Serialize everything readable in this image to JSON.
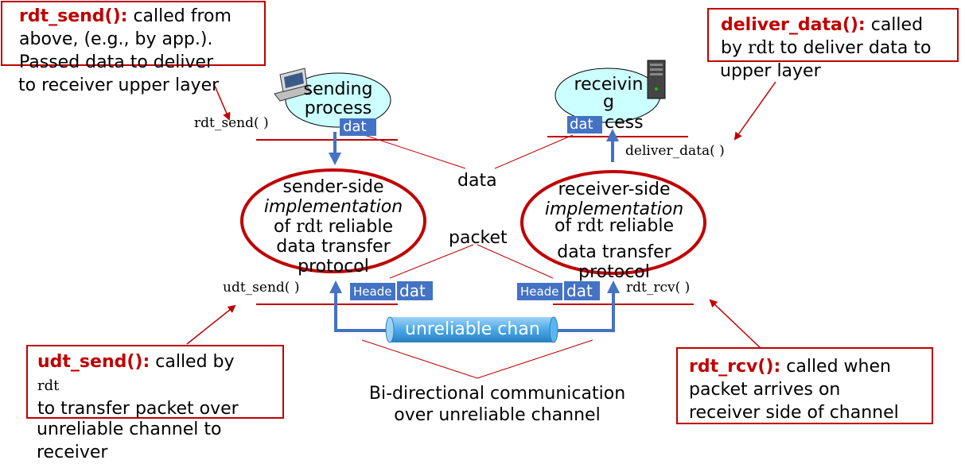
{
  "callouts": {
    "rdt_send": {
      "fn": "rdt_send():",
      "lines": [
        " called from",
        "above, (e.g., by app.).",
        "Passed data to deliver",
        "to receiver upper layer"
      ]
    },
    "deliver_data": {
      "fn": "deliver_data():",
      "line1_rest": " called",
      "by": "by ",
      "rdt_word": "rdt",
      "line2_rest": " to deliver data to",
      "line3": "upper layer"
    },
    "udt_send": {
      "fn": "udt_send():",
      "line1_rest": " called by",
      "rdt_word": "rdt",
      "lines": [
        "to transfer packet over",
        "unreliable channel to",
        "receiver"
      ]
    },
    "rdt_rcv": {
      "fn": "rdt_rcv():",
      "lines": [
        " called when",
        "packet arrives on",
        "receiver side of channel"
      ]
    }
  },
  "sending_process": {
    "line1": "sending",
    "line2": "process",
    "tag": "dat"
  },
  "receiving_process": {
    "line1": "receivin",
    "line2": "g",
    "line3": "cess",
    "tag": "dat"
  },
  "sender_impl": {
    "line1": "sender-side",
    "line2": "implementation",
    "of": "of ",
    "rdt": "rdt",
    "reliable": " reliable",
    "line4": "data transfer",
    "line5": "protocol"
  },
  "receiver_impl": {
    "line1": "receiver-side",
    "line2": "implementation",
    "of": "of ",
    "rdt": "rdt",
    "reliable": " reliable",
    "line4": "data transfer",
    "line5": "protocol"
  },
  "labels": {
    "rdt_send": "rdt_send( )",
    "deliver_data": "deliver_data( )",
    "udt_send": "udt_send( )",
    "rdt_rcv": "rdt_rcv( )",
    "data": "data",
    "packet": "packet",
    "channel": "unreliable chan",
    "bidirectional_1": "Bi-directional communication",
    "bidirectional_2": "over unreliable channel"
  },
  "packets": {
    "left": {
      "header": "Heade",
      "data": "dat"
    },
    "right": {
      "header": "Heade",
      "data": "dat"
    }
  },
  "colors": {
    "red": "#c00000",
    "blue": "#4472c4",
    "cyan": "#ccffff"
  }
}
